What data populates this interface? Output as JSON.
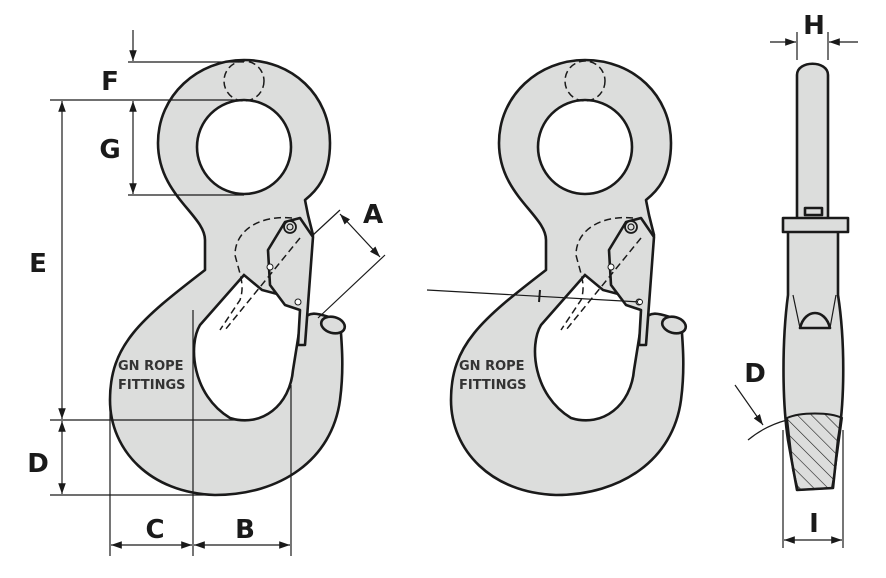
{
  "labels": {
    "A": "A",
    "B": "B",
    "C": "C",
    "D": "D",
    "E": "E",
    "F": "F",
    "G": "G",
    "H": "H",
    "I": "I"
  },
  "brand": {
    "line1": "GN ROPE",
    "line2": "FITTINGS"
  },
  "colors": {
    "fill": "#dcdddc",
    "stroke": "#1a1a1a"
  }
}
